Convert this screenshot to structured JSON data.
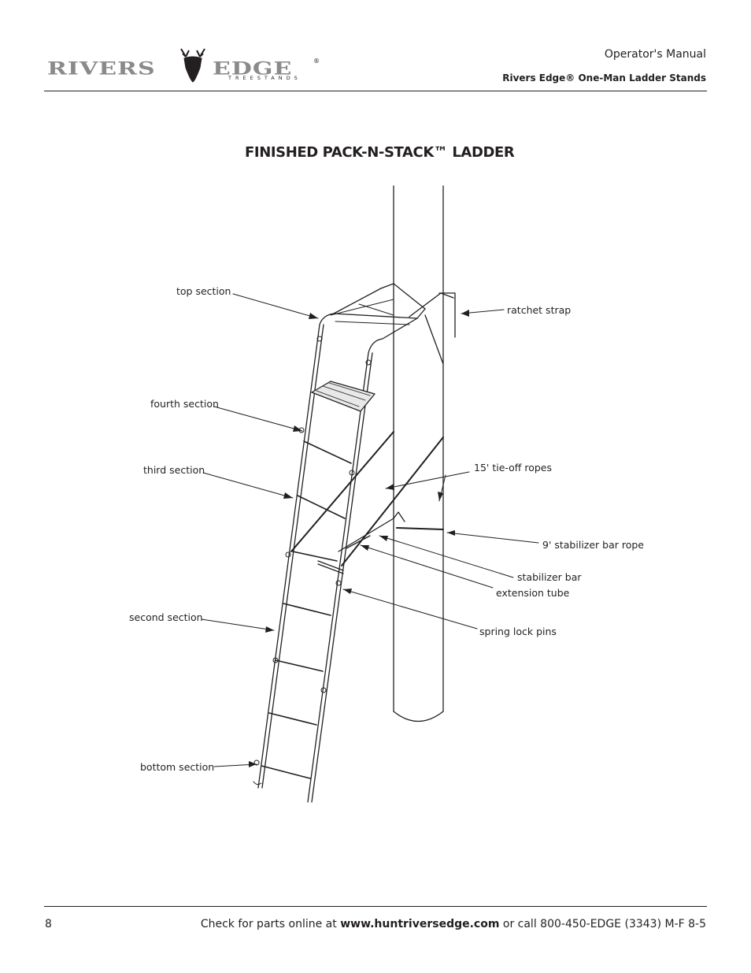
{
  "header": {
    "logo_text": "RIVERSEDGE",
    "logo_subtext": "TREESTANDS",
    "manual_title": "Operator's Manual",
    "product_line": "Rivers Edge® One-Man Ladder Stands"
  },
  "section": {
    "title": "FINISHED PACK-N-STACK™ LADDER"
  },
  "diagram": {
    "labels": {
      "top_section": "top section",
      "fourth_section": "fourth section",
      "third_section": "third section",
      "second_section": "second section",
      "bottom_section": "bottom section",
      "ratchet_strap": "ratchet strap",
      "tie_off_ropes": "15' tie-off ropes",
      "stabilizer_rope": "9' stabilizer bar rope",
      "stabilizer_bar": "stabilizer bar",
      "extension_tube": "extension tube",
      "spring_lock_pins": "spring lock pins"
    }
  },
  "footer": {
    "page_number": "8",
    "prefix": "Check for parts online at ",
    "url": "www.huntriversedge.com",
    "suffix": " or call 800-450-EDGE (3343) M-F 8-5"
  }
}
